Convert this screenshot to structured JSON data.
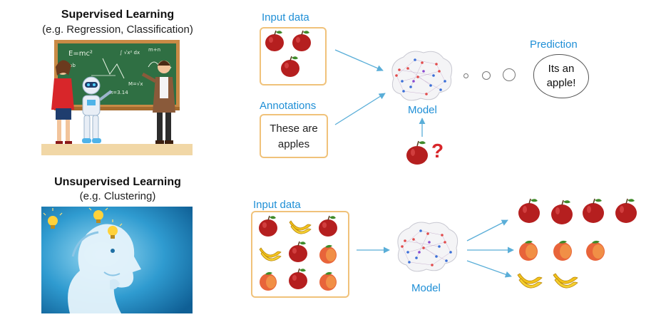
{
  "supervised": {
    "title": "Supervised Learning",
    "subtitle": "(e.g. Regression, Classification)",
    "input_label": "Input data",
    "annotations_label": "Annotations",
    "annotation_text_1": "These are",
    "annotation_text_2": "apples",
    "model_label": "Model",
    "prediction_label": "Prediction",
    "prediction_text_1": "Its an",
    "prediction_text_2": "apple!",
    "question_mark": "?"
  },
  "unsupervised": {
    "title": "Unsupervised Learning",
    "subtitle": "(e.g. Clustering)",
    "input_label": "Input data",
    "model_label": "Model"
  },
  "colors": {
    "accent_blue": "#1f8fd6",
    "box_border": "#f0c27a",
    "arrow": "#5aaed8",
    "apple_red": "#b51f1f",
    "banana_yellow": "#f2c21b",
    "peach_orange": "#e8643a",
    "question_red": "#d8262a"
  },
  "icons": {
    "illustration_top": "classroom-teacher-robot-illustration",
    "illustration_bottom": "robot-thinking-lightbulbs-illustration",
    "brain": "neural-network-brain-icon",
    "fruits": [
      "apple-icon",
      "banana-icon",
      "peach-icon"
    ]
  }
}
